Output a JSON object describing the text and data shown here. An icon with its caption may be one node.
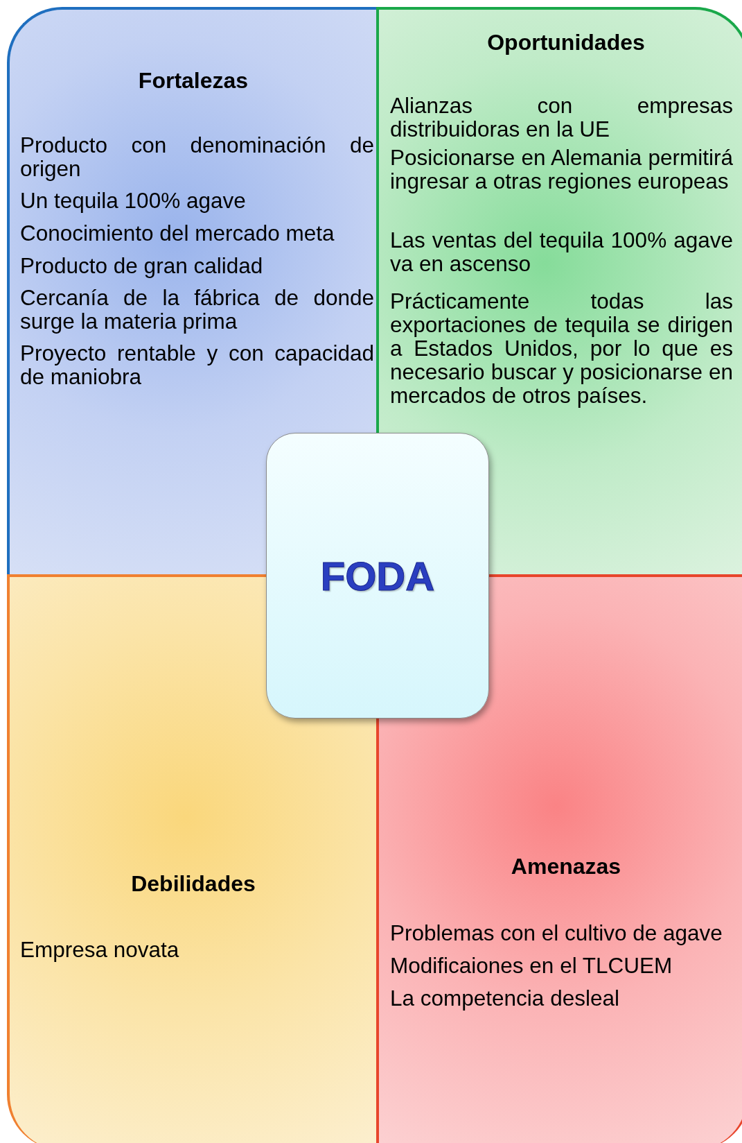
{
  "diagram": {
    "nodes": [
      {
        "text": [
          "Fortalezas",
          "Producto con denominación de origen",
          "Un tequila 100% agave",
          "Conocimiento del  mercado meta",
          "Producto de gran calidad",
          "Cercanía de la fábrica de donde surge la materia prima",
          "Proyecto rentable y con capacidad de maniobra"
        ]
      },
      {
        "text": [
          "Oportunidades",
          "Alianzas con empresas distribuidoras en la UE",
          "Posicionarse en Alemania permitirá ingresar a otras regiones europeas",
          "Las ventas del tequila 100% agave va en ascenso",
          "Prácticamente todas las exportaciones de tequila se dirigen a Estados Unidos, por lo que es necesario buscar y posicionarse en mercados de otros países."
        ]
      },
      {
        "text": [
          "Debilidades",
          "Empresa novata"
        ]
      },
      {
        "text": [
          "Amenazas",
          "Problemas con el cultivo de agave",
          "Modificaiones en el TLCUEM",
          "La competencia desleal"
        ]
      },
      {
        "text": [
          "FODA"
        ]
      }
    ]
  }
}
